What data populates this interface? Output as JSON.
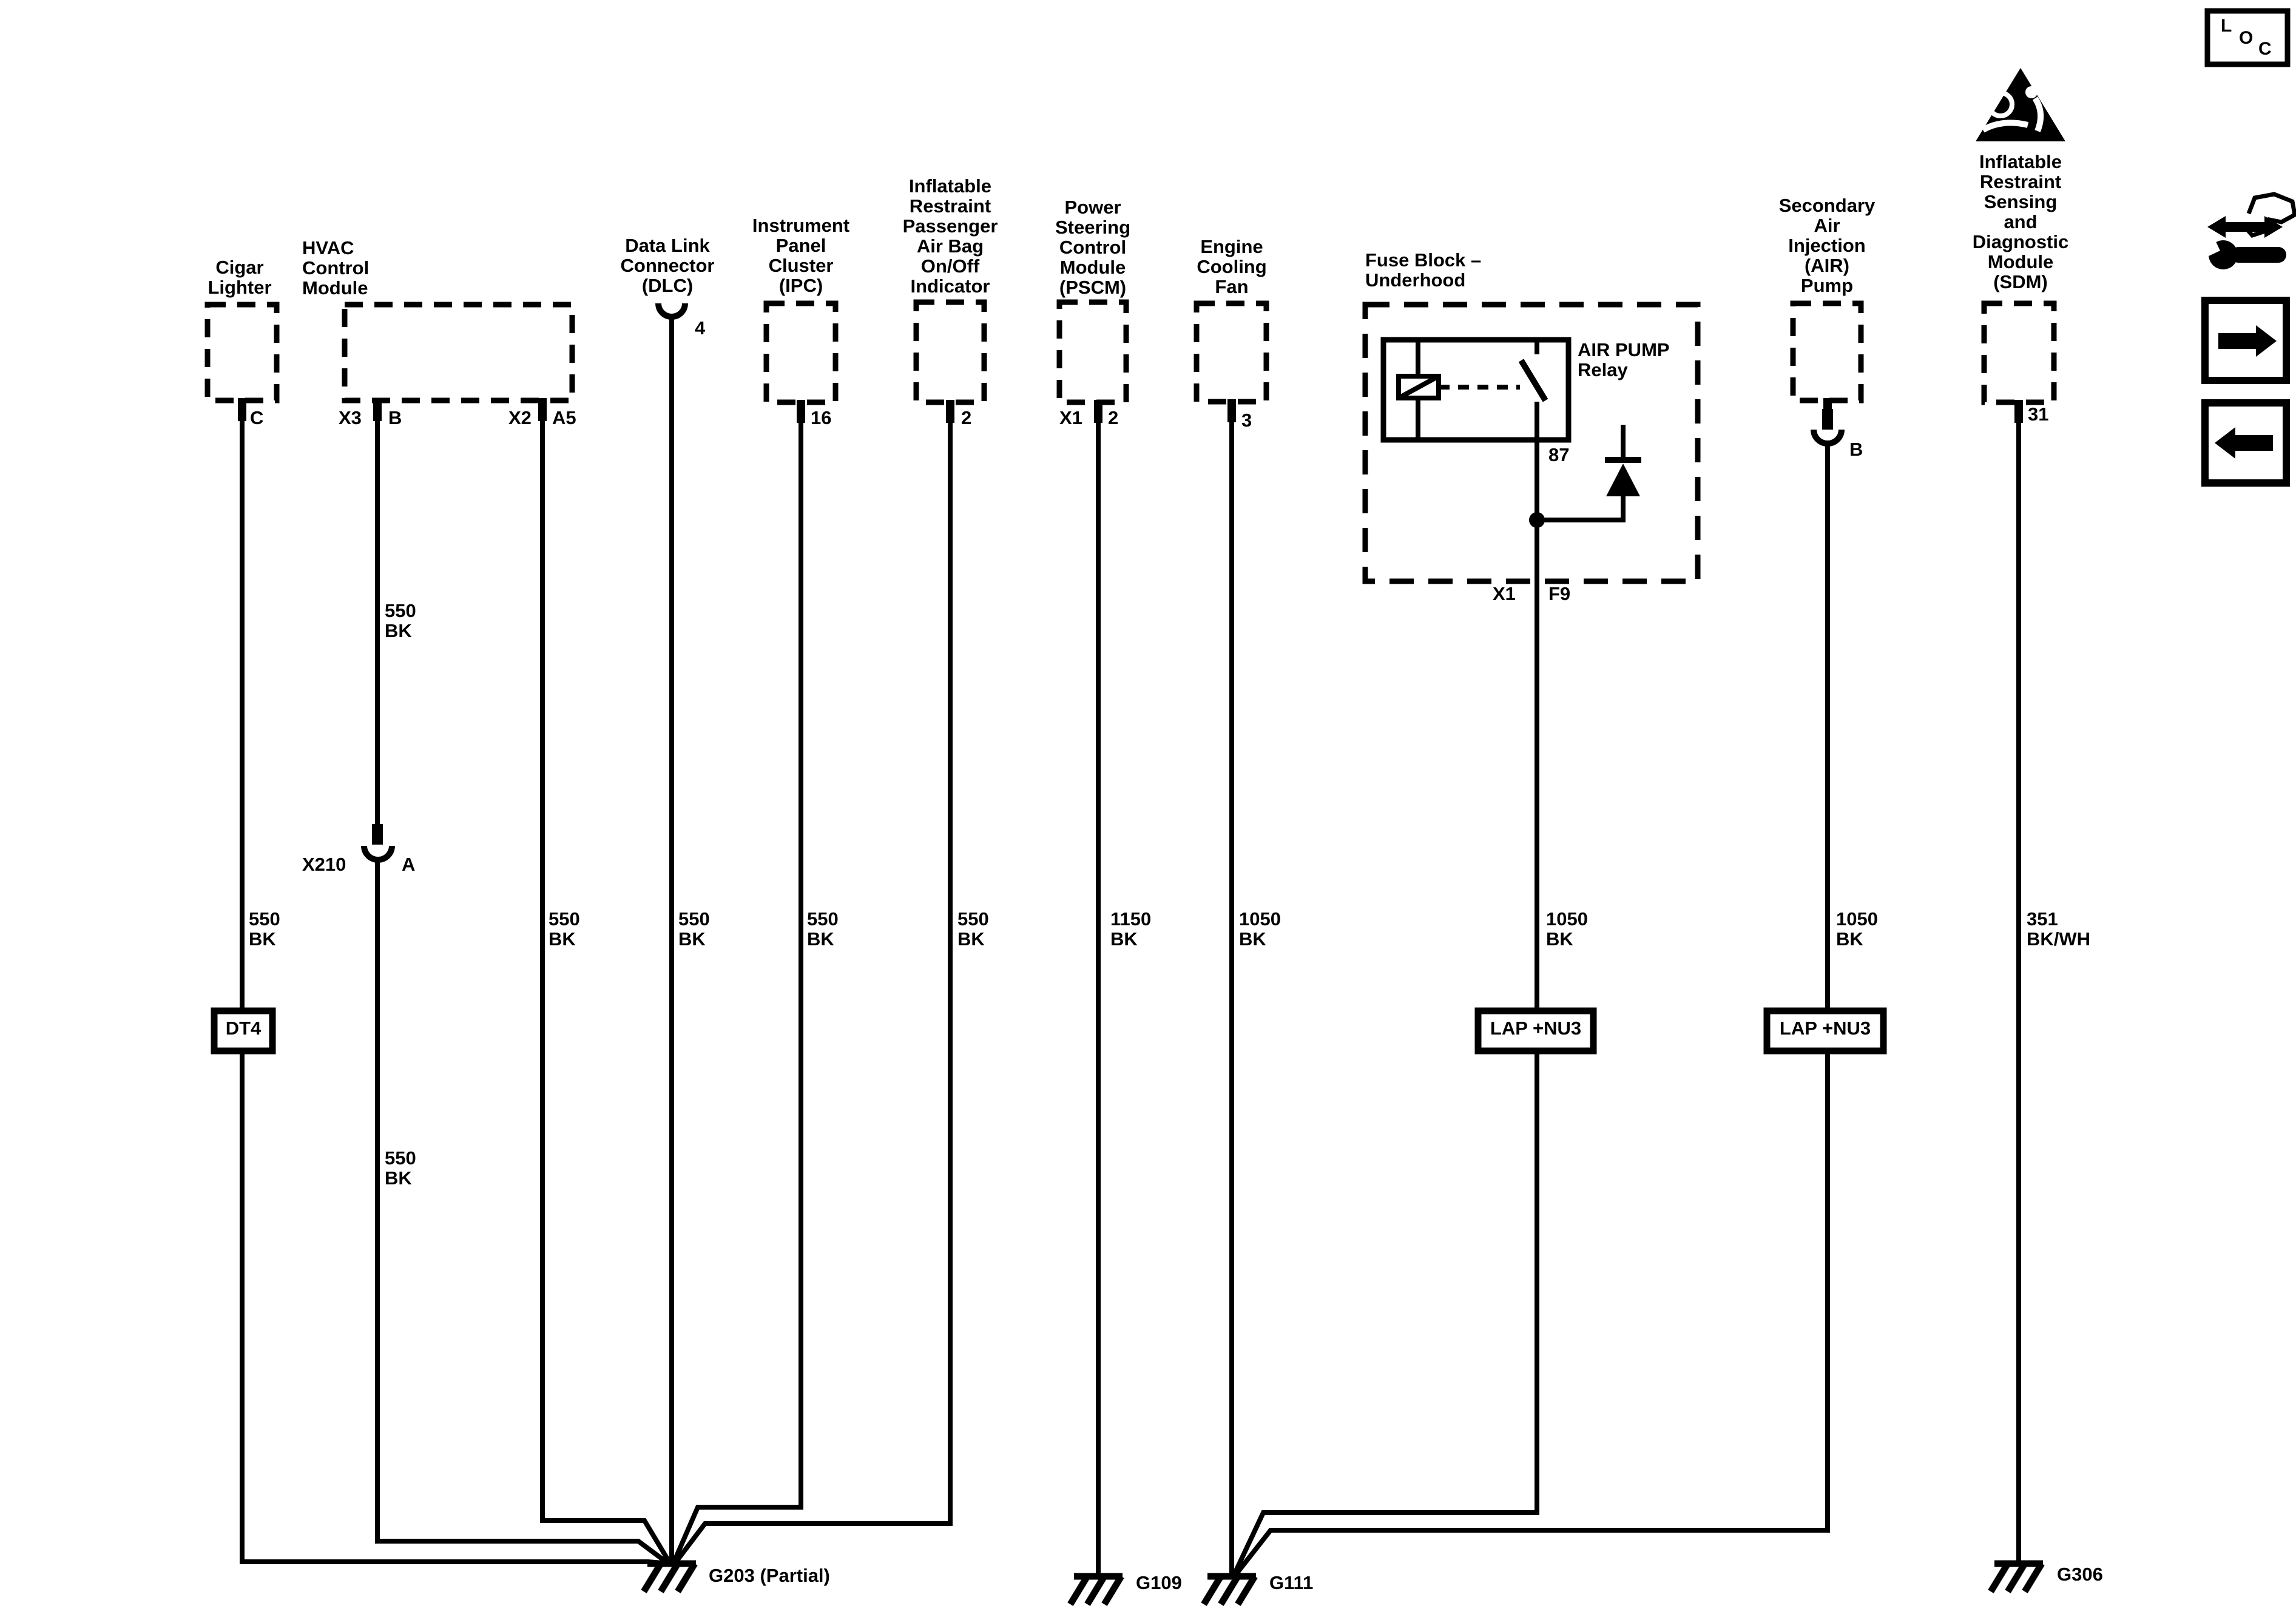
{
  "colors": {
    "line": "#000000",
    "background": "#ffffff"
  },
  "components": {
    "cigar_lighter": {
      "label": "Cigar\nLighter"
    },
    "hvac": {
      "label": "HVAC\nControl\nModule"
    },
    "dlc": {
      "label": "Data Link\nConnector\n(DLC)"
    },
    "ipc": {
      "label": "Instrument\nPanel\nCluster\n(IPC)"
    },
    "airbag_indicator": {
      "label": "Inflatable\nRestraint\nPassenger\nAir Bag\nOn/Off\nIndicator"
    },
    "pscm": {
      "label": "Power\nSteering\nControl\nModule\n(PSCM)"
    },
    "fan": {
      "label": "Engine\nCooling\nFan"
    },
    "fuse_block": {
      "label": "Fuse Block –\nUnderhood"
    },
    "air_pump_relay": {
      "label": "AIR PUMP\nRelay"
    },
    "air_pump": {
      "label": "Secondary\nAir\nInjection\n(AIR)\nPump"
    },
    "sdm": {
      "label": "Inflatable\nRestraint\nSensing\nand\nDiagnostic\nModule\n(SDM)"
    }
  },
  "pins": {
    "cigar_c": "C",
    "hvac_x3": "X3",
    "hvac_b": "B",
    "hvac_x2": "X2",
    "hvac_a5": "A5",
    "dlc_4": "4",
    "ipc_16": "16",
    "airbag_2": "2",
    "pscm_x1": "X1",
    "pscm_2": "2",
    "fan_3": "3",
    "relay_87": "87",
    "fuse_x1": "X1",
    "fuse_f9": "F9",
    "pump_b": "B",
    "sdm_31": "31",
    "splice_x210": "X210",
    "splice_a": "A"
  },
  "wire_labels": {
    "cigar": "550\nBK",
    "hvac_x3_upper": "550\nBK",
    "hvac_x3_lower": "550\nBK",
    "hvac_x2": "550\nBK",
    "dlc": "550\nBK",
    "ipc": "550\nBK",
    "airbag": "550\nBK",
    "pscm": "1150\nBK",
    "fan": "1050\nBK",
    "fuse": "1050\nBK",
    "pump": "1050\nBK",
    "sdm": "351\nBK/WH"
  },
  "inline_connectors": {
    "dt4": "DT4",
    "lap_fuse": "LAP +NU3",
    "lap_pump": "LAP +NU3"
  },
  "grounds": {
    "g203": "G203 (Partial)",
    "g109": "G109",
    "g111": "G111",
    "g306": "G306"
  },
  "nav": {
    "loc_l": "L",
    "loc_o": "O",
    "loc_c": "C",
    "icons": {
      "airbag_warning": "airbag-warning-triangle",
      "diagnostic": "wrench-double-arrow-icon",
      "next": "arrow-right",
      "back": "arrow-left"
    }
  }
}
